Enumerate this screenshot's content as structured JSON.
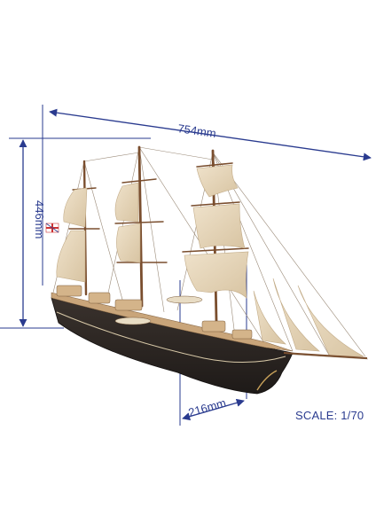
{
  "dimensions": {
    "length": "754mm",
    "height": "446mm",
    "beam": "216mm"
  },
  "scale": "SCALE: 1/70",
  "colors": {
    "dimension_lines": "#2a3b8f",
    "hull": "#2b2522",
    "sails": "#e6d6bc",
    "masts": "#8a5a35",
    "deck": "#c9a57a"
  }
}
